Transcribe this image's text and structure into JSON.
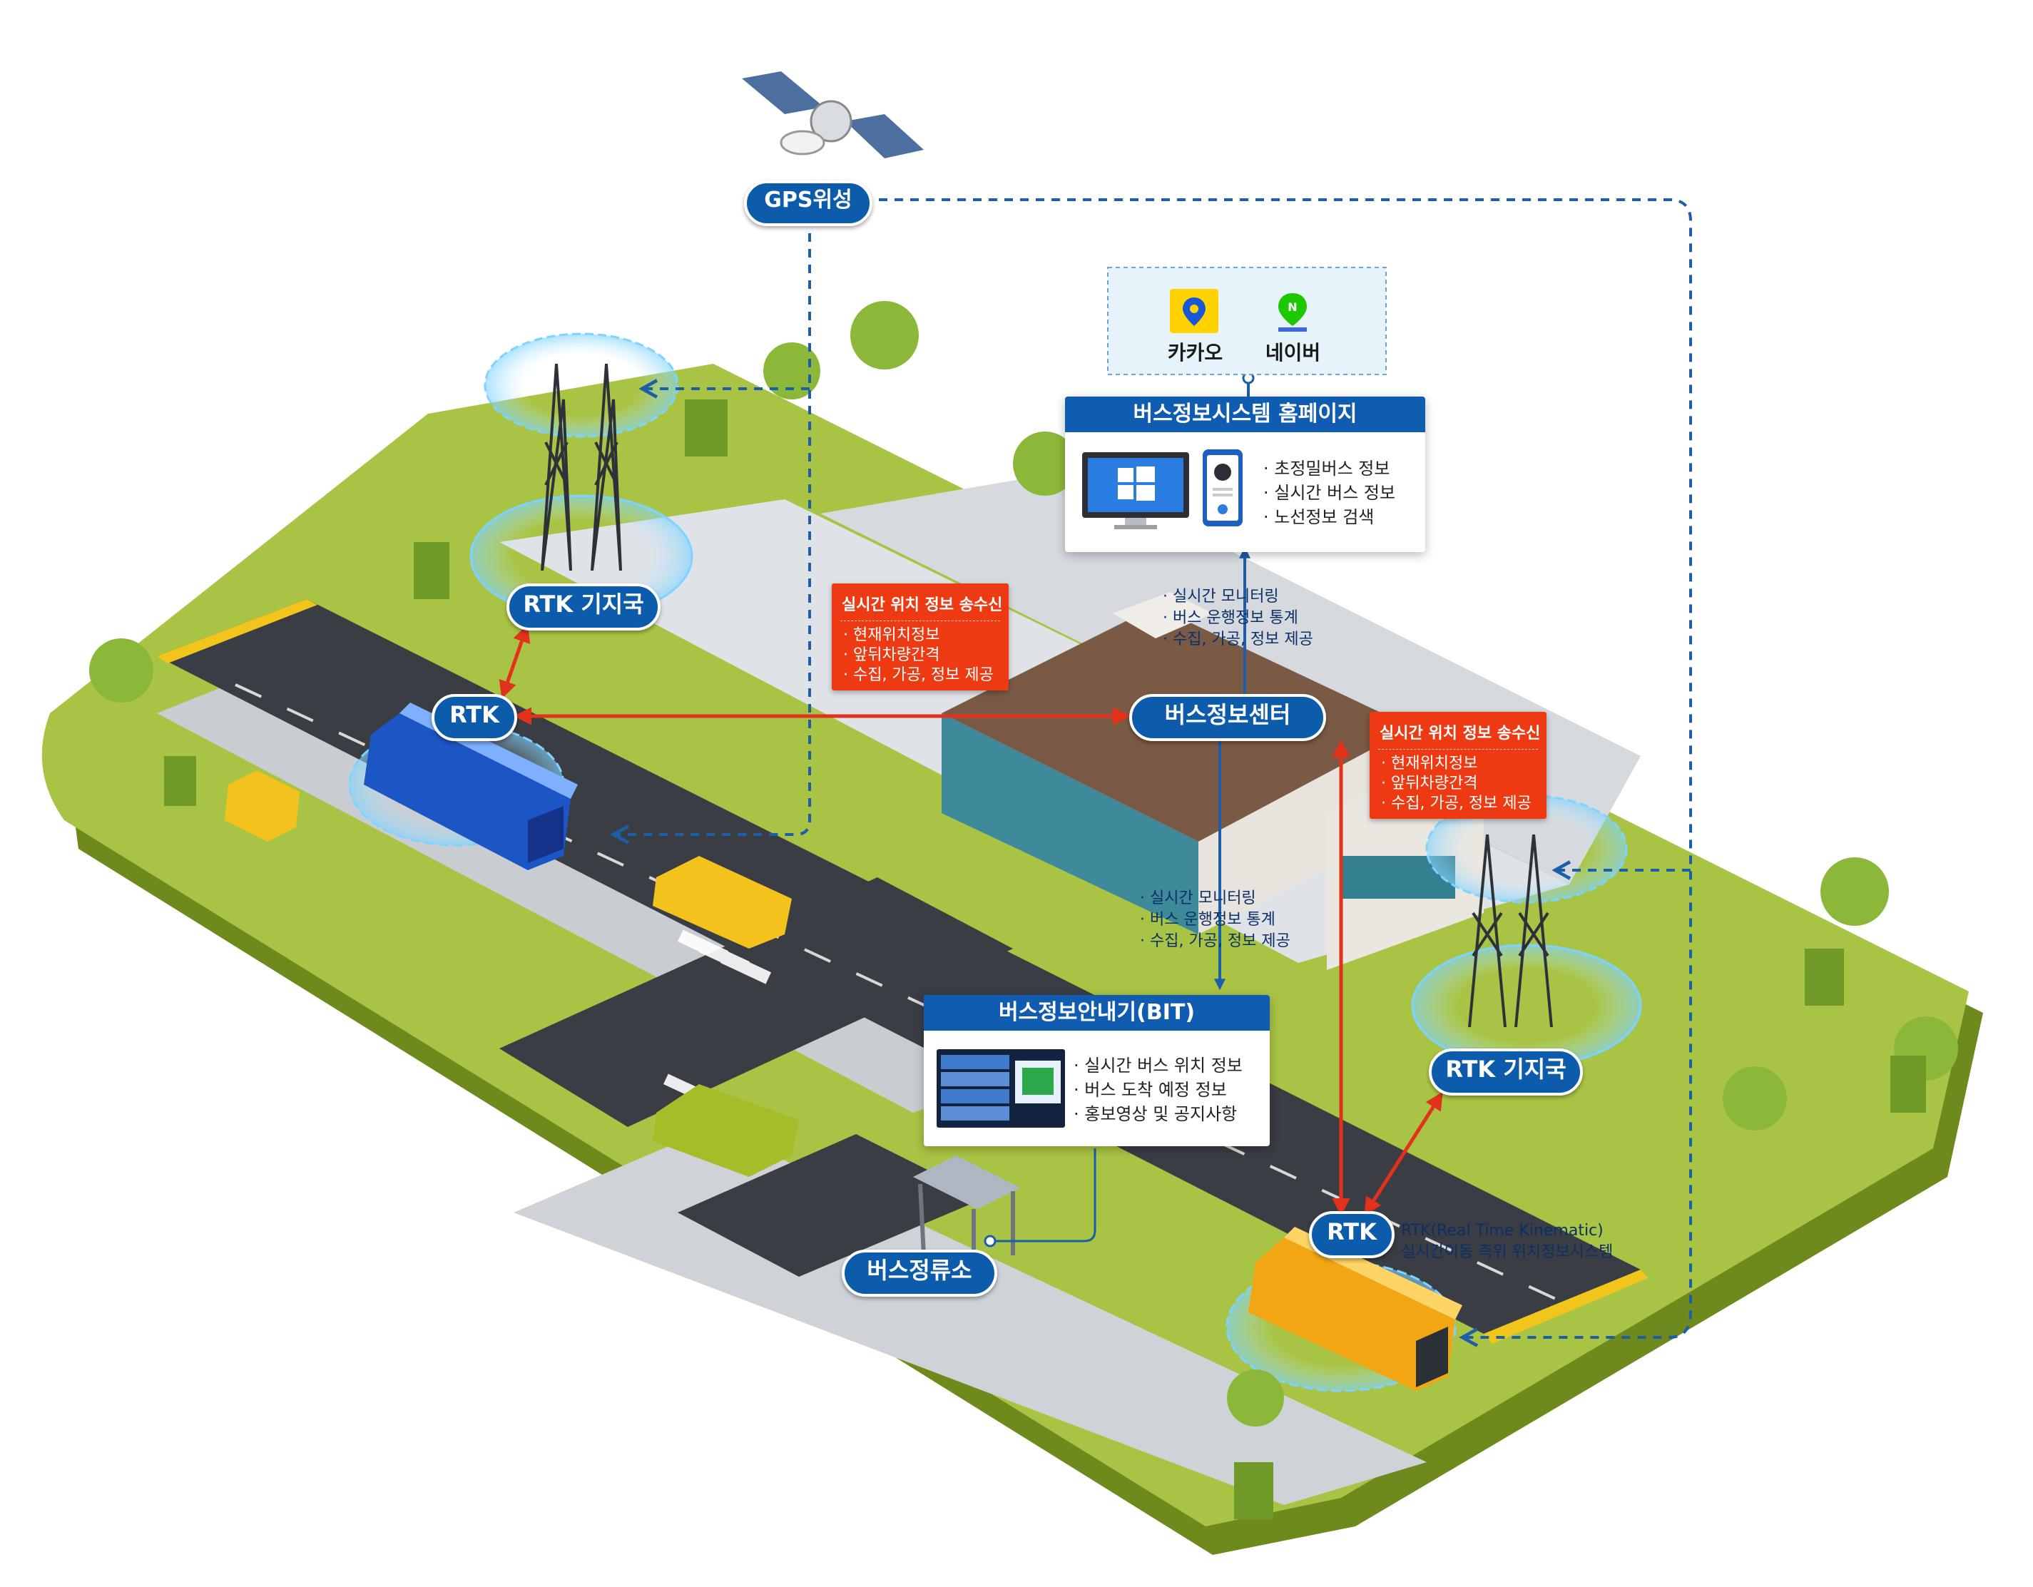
{
  "labels": {
    "gps": "GPS위성",
    "rtk_station_left": "RTK 기지국",
    "rtk_station_right": "RTK 기지국",
    "rtk_bus_blue": "RTK",
    "rtk_bus_yellow": "RTK",
    "bus_center": "버스정보센터",
    "bus_stop": "버스정류소"
  },
  "apps": {
    "kakao": "카카오",
    "naver": "네이버"
  },
  "homepage": {
    "title": "버스정보시스템 홈페이지",
    "items": [
      "초정밀버스 정보",
      "실시간 버스 정보",
      "노선정보 검색"
    ]
  },
  "bit": {
    "title": "버스정보안내기(BIT)",
    "items": [
      "실시간 버스 위치 정보",
      "버스 도착 예정 정보",
      "홍보영상 및 공지사항"
    ]
  },
  "realtime_left": {
    "title": "실시간 위치 정보 송수신",
    "items": [
      "현재위치정보",
      "앞뒤차량간격",
      "수집, 가공, 정보 제공"
    ]
  },
  "realtime_right": {
    "title": "실시간 위치 정보 송수신",
    "items": [
      "현재위치정보",
      "앞뒤차량간격",
      "수집, 가공, 정보 제공"
    ]
  },
  "center_to_homepage": [
    "실시간 모니터링",
    "버스 운행정보 통계",
    "수집, 가공, 정보 제공"
  ],
  "center_to_bit": [
    "실시간 모니터링",
    "버스 운행정보 통계",
    "수집, 가공, 정보 제공"
  ],
  "rtk_definition": {
    "line1": "RTK(Real Time Kinematic)",
    "line2": "실시간이동 측위 위치정보시스템"
  },
  "colors": {
    "pill_blue": "#0c5cab",
    "alert_red": "#ee3a12",
    "dashed_blue": "#1c5fa8",
    "grass": "#a9c444",
    "road": "#3a3d44"
  }
}
